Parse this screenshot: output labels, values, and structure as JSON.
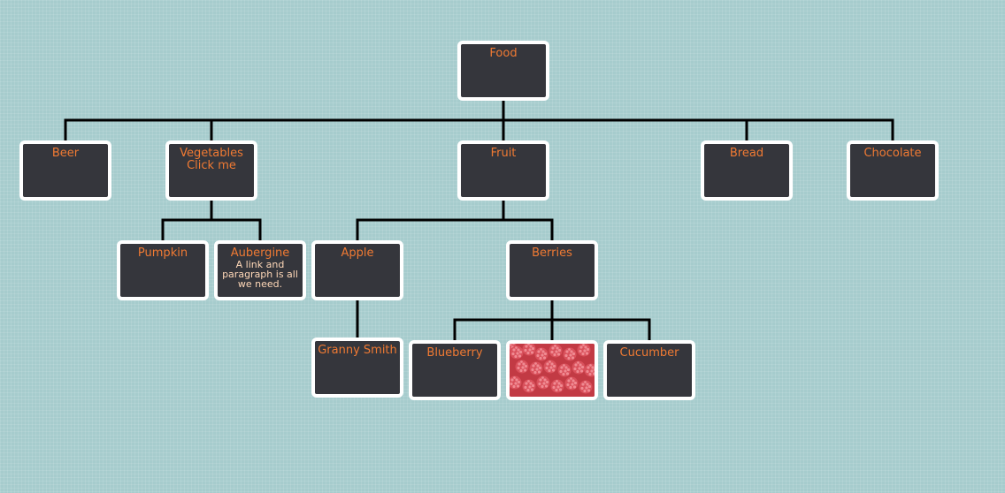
{
  "colors": {
    "background": "#a6cccd",
    "node_fill": "#35363c",
    "node_border": "#ffffff",
    "label_text": "#f07a33",
    "connector": "#000000"
  },
  "nodes": {
    "food": {
      "label": "Food"
    },
    "beer": {
      "label": "Beer"
    },
    "vegetables": {
      "label": "Vegetables",
      "link": "Click me"
    },
    "fruit": {
      "label": "Fruit"
    },
    "bread": {
      "label": "Bread"
    },
    "chocolate": {
      "label": "Chocolate"
    },
    "pumpkin": {
      "label": "Pumpkin"
    },
    "aubergine": {
      "label": "Aubergine",
      "text": "A link and paragraph is all we need."
    },
    "apple": {
      "label": "Apple"
    },
    "berries": {
      "label": "Berries"
    },
    "granny_smith": {
      "label": "Granny Smith"
    },
    "blueberry": {
      "label": "Blueberry"
    },
    "raspberry": {
      "image": "raspberries-photo"
    },
    "cucumber": {
      "label": "Cucumber"
    }
  }
}
